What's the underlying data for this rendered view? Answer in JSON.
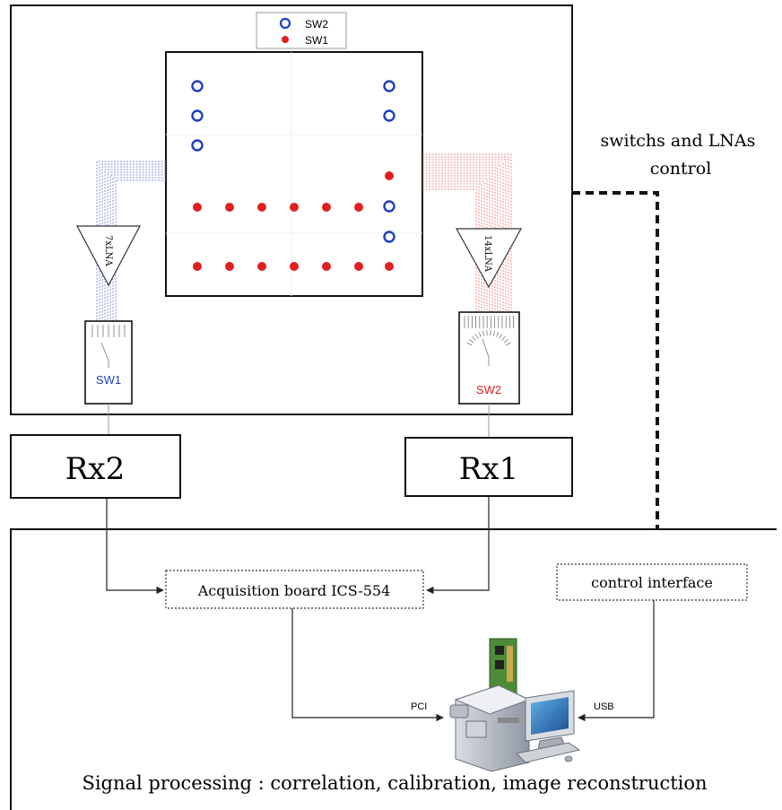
{
  "legend": {
    "sw2_label": "SW2",
    "sw1_label": "SW1",
    "sw2_color": "#1f3fbf",
    "sw1_color": "#e02020"
  },
  "amplifiers": {
    "left_label": "7xLNA",
    "right_label": "14xLNA"
  },
  "switches": {
    "left_label": "SW1",
    "right_label": "SW2"
  },
  "receivers": {
    "rx2": "Rx2",
    "rx1": "Rx1"
  },
  "control_note": "switchs and LNAs\ncontrol",
  "blocks": {
    "acquisition": "Acquisition board ICS-554",
    "control_interface": "control interface"
  },
  "links": {
    "pci": "PCI",
    "usb": "USB"
  },
  "footer": "Signal processing : correlation, calibration, image reconstruction",
  "colors": {
    "blue": "#1f3fbf",
    "red": "#e02020",
    "blue_trace": "#7d8fe0",
    "red_trace": "#f08a8a"
  }
}
